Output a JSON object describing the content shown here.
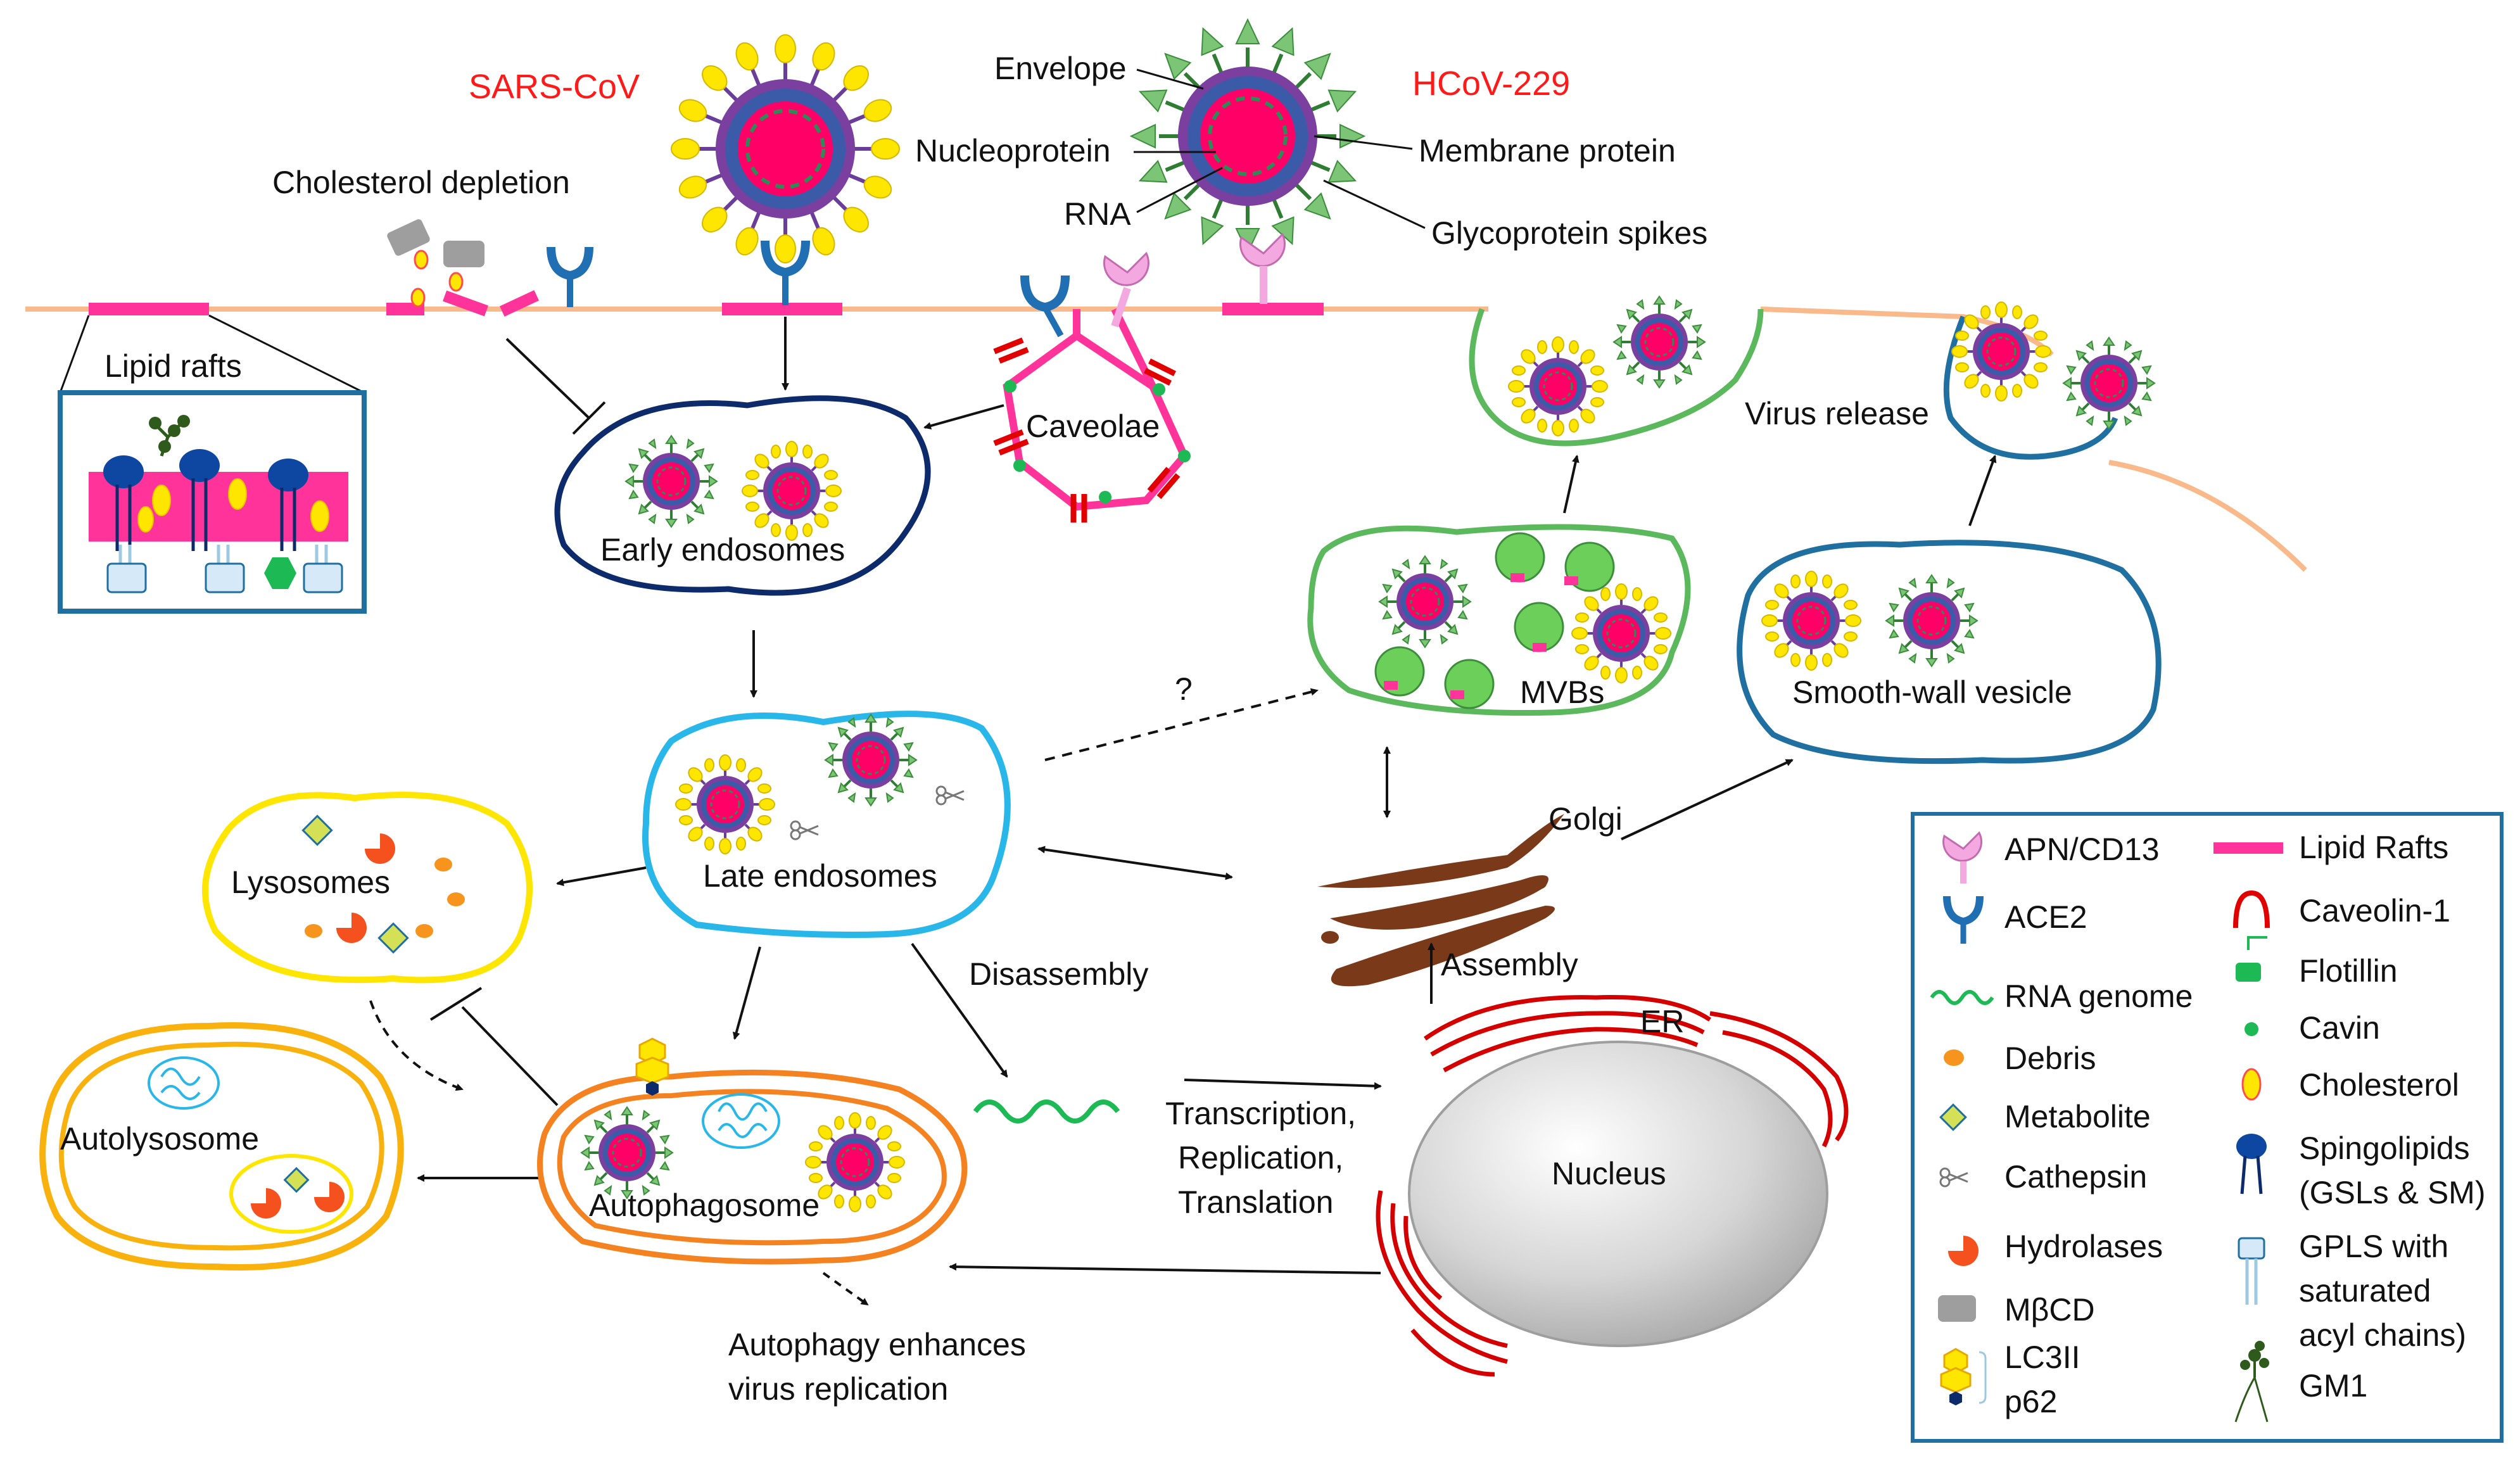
{
  "labels": {
    "sars": "SARS-CoV",
    "hcov": "HCoV-229",
    "envelope": "Envelope",
    "nucleoprotein": "Nucleoprotein",
    "rna": "RNA",
    "membrane_protein": "Membrane protein",
    "glycoprotein": "Glycoprotein spikes",
    "cholesterol_depletion": "Cholesterol depletion",
    "lipid_rafts": "Lipid rafts",
    "caveolae": "Caveolae",
    "early_endosomes": "Early endosomes",
    "late_endosomes": "Late endosomes",
    "lysosomes": "Lysosomes",
    "autolysosome": "Autolysosome",
    "autophagosome": "Autophagosome",
    "autophagy_note_1": "Autophagy enhances",
    "autophagy_note_2": "virus replication",
    "disassembly": "Disassembly",
    "transcription": "Transcription,",
    "replication": "Replication,",
    "translation": "Translation",
    "nucleus": "Nucleus",
    "er": "ER",
    "golgi": "Golgi",
    "assembly": "Assembly",
    "mvbs": "MVBs",
    "question": "?",
    "smooth_wall": "Smooth-wall vesicle",
    "virus_release": "Virus release"
  },
  "legend": {
    "apn": "APN/CD13",
    "ace2": "ACE2",
    "rna_genome": "RNA genome",
    "debris": "Debris",
    "metabolite": "Metabolite",
    "cathepsin": "Cathepsin",
    "hydrolases": "Hydrolases",
    "mbcd": "MβCD",
    "lc3": "LC3II",
    "p62": "p62",
    "lipid_rafts": "Lipid Rafts",
    "caveolin": "Caveolin-1",
    "flotillin": "Flotillin",
    "cavin": "Cavin",
    "cholesterol": "Cholesterol",
    "sphingo_1": "Spingolipids",
    "sphingo_2": "(GSLs & SM)",
    "gpls_1": "GPLS with",
    "gpls_2": "saturated",
    "gpls_3": "acyl chains)",
    "gm1": "GM1"
  },
  "colors": {
    "membrane": "#f9b98a",
    "raft": "#ff3399",
    "ace2": "#1f6fb2",
    "apn": "#f4a8e0",
    "virion_core": "#ff0066",
    "sars_spike": "#ffe600",
    "hcov_spike": "#5cb85c",
    "early_endosome": "#0d2b6b",
    "late_endosome": "#29b6e8",
    "lysosome": "#ffe600",
    "autophago": "#f58220",
    "mvb": "#5cb85c",
    "smooth": "#1f6fa0",
    "golgi": "#7a3a1a",
    "er": "#d40000",
    "nucleus": "#cccccc",
    "title_red": "#ff1a1a"
  }
}
